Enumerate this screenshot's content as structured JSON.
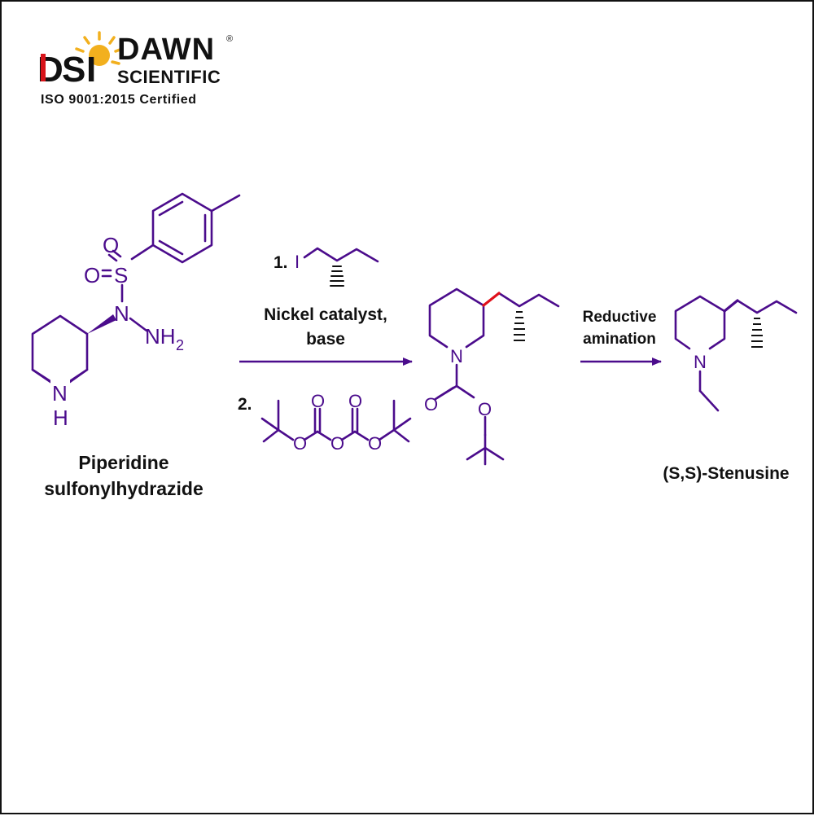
{
  "header": {
    "logo_letters": "DSI",
    "brand_name": "DAWN",
    "brand_sub": "SCIENTIFIC",
    "registered": "®",
    "certification": "ISO 9001:2015 Certified"
  },
  "colors": {
    "bond": "#4B0C8C",
    "arrow": "#4B0C8C",
    "new_bond": "#E0101A",
    "text": "#111111",
    "logo_red": "#D7141A",
    "sun": "#F2B01E"
  },
  "reaction": {
    "starting_material": {
      "name_line1": "Piperidine",
      "name_line2": "sulfonylhydrazide"
    },
    "step1": {
      "number": "1.",
      "conditions_line1": "Nickel catalyst,",
      "conditions_line2": "base"
    },
    "step2": {
      "number": "2."
    },
    "step3": {
      "conditions_line1": "Reductive",
      "conditions_line2": "amination"
    },
    "product": {
      "name": "(S,S)-Stenusine"
    }
  },
  "atoms": {
    "O": "O",
    "S": "S",
    "N": "N",
    "H": "H",
    "NH2_main": "NH",
    "NH2_sub": "2",
    "I": "I"
  }
}
